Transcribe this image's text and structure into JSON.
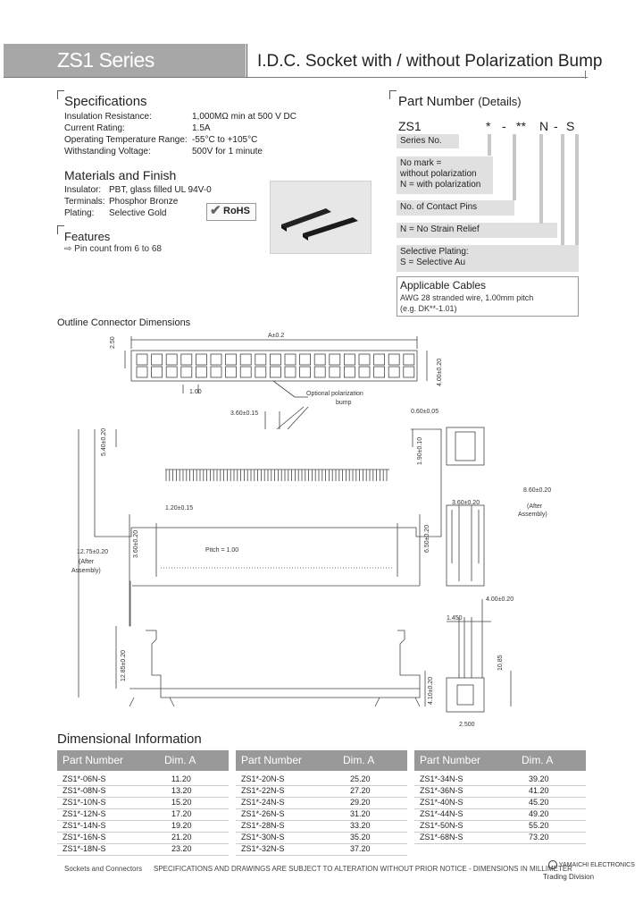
{
  "header": {
    "series": "ZS1 Series",
    "title": "I.D.C. Socket with / without Polarization Bump"
  },
  "specs": {
    "heading": "Specifications",
    "rows": [
      {
        "k": "Insulation Resistance:",
        "v": "1,000MΩ min at 500 V DC"
      },
      {
        "k": "Current Rating:",
        "v": "1.5A"
      },
      {
        "k": "Operating Temperature Range:",
        "v": "-55°C to +105°C"
      },
      {
        "k": "Withstanding Voltage:",
        "v": "500V for 1 minute"
      }
    ]
  },
  "materials": {
    "heading": "Materials and Finish",
    "rows": [
      {
        "k": "Insulator:",
        "v": "PBT, glass filled UL 94V-0"
      },
      {
        "k": "Terminals:",
        "v": "Phosphor Bronze"
      },
      {
        "k": "Plating:",
        "v": "Selective Gold"
      }
    ],
    "rohs": "RoHS"
  },
  "features": {
    "heading": "Features",
    "item": "⇨ Pin count from 6 to 68"
  },
  "part_number": {
    "heading": "Part Number",
    "heading_detail": "(Details)",
    "code": [
      "ZS1",
      "*",
      "-",
      "**",
      "N",
      "-",
      "S"
    ],
    "boxes": [
      "Series No.",
      "No mark =\nwithout polarization\nN = with polarization",
      "No. of Contact Pins",
      "N = No Strain Relief",
      "Selective Plating:\nS = Selective Au"
    ],
    "cables_heading": "Applicable Cables",
    "cables_line1": "AWG 28 stranded wire, 1.00mm pitch",
    "cables_line2": "(e.g. DK**-1.01)"
  },
  "outline": {
    "heading": "Outline Connector Dimensions",
    "labels": {
      "dimA": "A±0.2",
      "top_h": "4.00±0.20",
      "w250": "2.50",
      "w100": "1.00",
      "bump": "Optional polarization",
      "bump2": "bump",
      "d360": "3.60±0.15",
      "d060": "0.60±0.05",
      "d540": "5.40±0.20",
      "d190": "1.90±0.10",
      "d120": "1.20±0.15",
      "d360b": "3.60±0.20",
      "d860": "8.60±0.20",
      "after1": "(After",
      "after2": "Assembly)",
      "d650": "6.50±0.20",
      "pitch": "Pitch = 1.00",
      "d1275": "12.75±0.20",
      "d400": "4.00±0.20",
      "d1450": "1.450",
      "d1285": "12.85±0.20",
      "d410": "4.10±0.20",
      "d2500": "2.500",
      "d1085": "10.85"
    }
  },
  "dim_info": {
    "heading": "Dimensional Information",
    "col1": "Part Number",
    "col2": "Dim. A",
    "tables": [
      [
        [
          "ZS1*-06N-S",
          "11.20"
        ],
        [
          "ZS1*-08N-S",
          "13.20"
        ],
        [
          "ZS1*-10N-S",
          "15.20"
        ],
        [
          "ZS1*-12N-S",
          "17.20"
        ],
        [
          "ZS1*-14N-S",
          "19.20"
        ],
        [
          "ZS1*-16N-S",
          "21.20"
        ],
        [
          "ZS1*-18N-S",
          "23.20"
        ]
      ],
      [
        [
          "ZS1*-20N-S",
          "25.20"
        ],
        [
          "ZS1*-22N-S",
          "27.20"
        ],
        [
          "ZS1*-24N-S",
          "29.20"
        ],
        [
          "ZS1*-26N-S",
          "31.20"
        ],
        [
          "ZS1*-28N-S",
          "33.20"
        ],
        [
          "ZS1*-30N-S",
          "35.20"
        ],
        [
          "ZS1*-32N-S",
          "37.20"
        ]
      ],
      [
        [
          "ZS1*-34N-S",
          "39.20"
        ],
        [
          "ZS1*-36N-S",
          "41.20"
        ],
        [
          "ZS1*-40N-S",
          "45.20"
        ],
        [
          "ZS1*-44N-S",
          "49.20"
        ],
        [
          "ZS1*-50N-S",
          "55.20"
        ],
        [
          "ZS1*-68N-S",
          "73.20"
        ]
      ]
    ]
  },
  "footer": {
    "left": "Sockets and Connectors",
    "note": "SPECIFICATIONS AND DRAWINGS ARE SUBJECT TO ALTERATION WITHOUT PRIOR NOTICE - DIMENSIONS IN MILLIMETER",
    "brand": "YAMAICHI ELECTRONICS",
    "division": "Trading Division"
  }
}
